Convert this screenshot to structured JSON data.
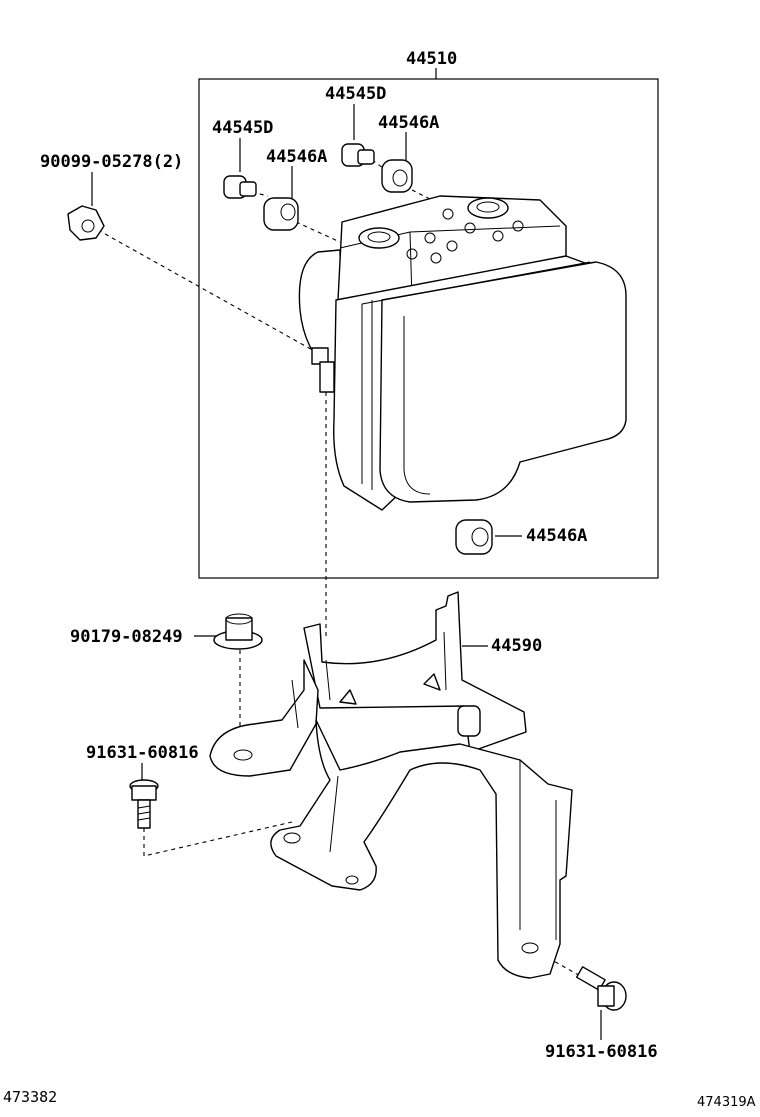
{
  "labels": {
    "assembly": "44510",
    "plug_upper": "44545D",
    "plug_left": "44545D",
    "cushion_upper": "44546A",
    "cushion_left": "44546A",
    "cushion_lower": "44546A",
    "nut_left": "90099-05278(2)",
    "nut_bracket": "90179-08249",
    "bracket": "44590",
    "bolt_left": "91631-60816",
    "bolt_right": "91631-60816"
  },
  "footer": {
    "left_id": "473382",
    "right_id": "474319A"
  }
}
